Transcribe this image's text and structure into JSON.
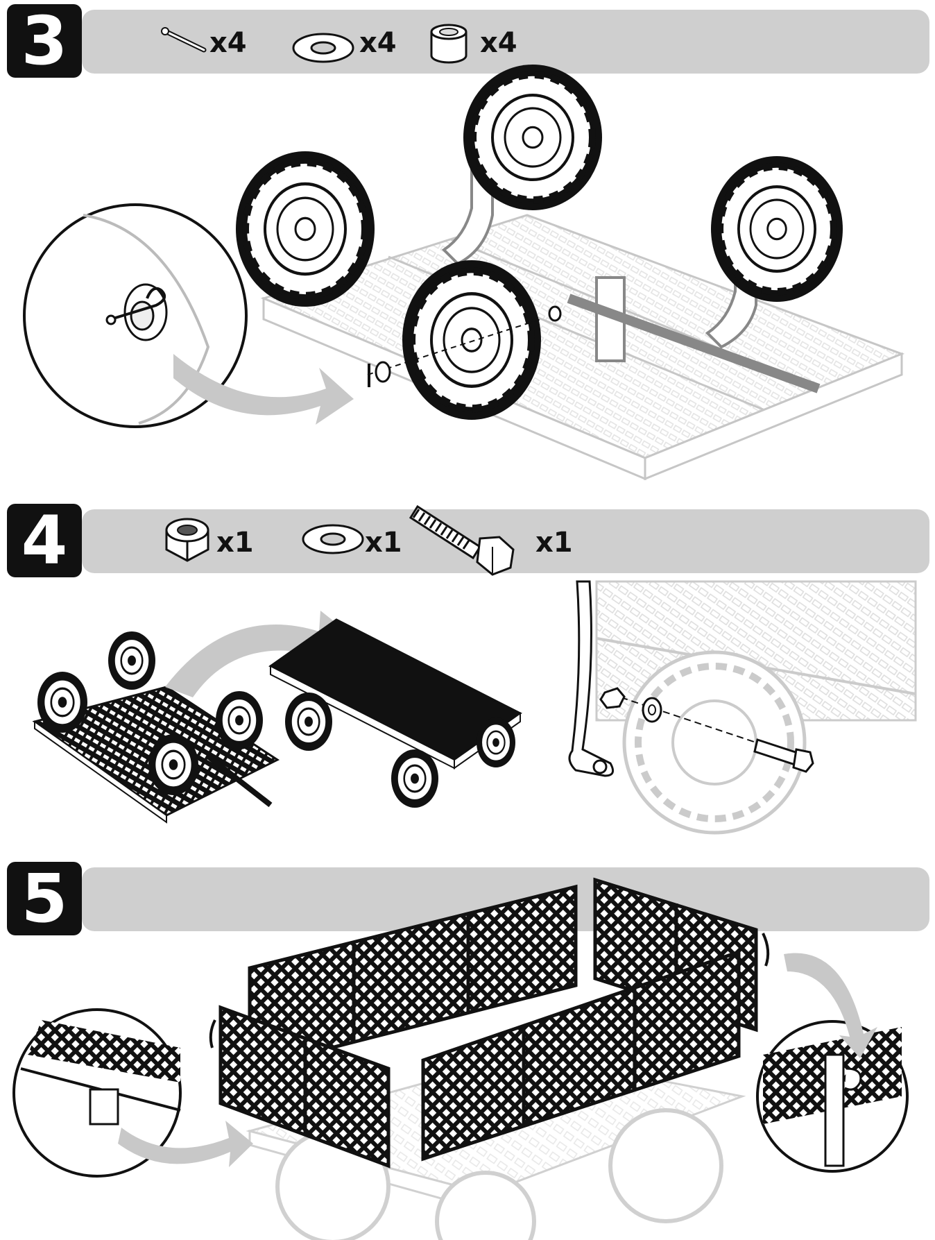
{
  "steps": [
    {
      "number": "3",
      "parts": [
        {
          "icon": "cotter-pin-icon",
          "qty": "x4"
        },
        {
          "icon": "flat-washer-icon",
          "qty": "x4"
        },
        {
          "icon": "axle-bushing-icon",
          "qty": "x4"
        }
      ]
    },
    {
      "number": "4",
      "parts": [
        {
          "icon": "lock-nut-icon",
          "qty": "x1"
        },
        {
          "icon": "flat-washer-icon",
          "qty": "x1"
        },
        {
          "icon": "hex-bolt-icon",
          "qty": "x1"
        }
      ]
    },
    {
      "number": "5",
      "parts": []
    }
  ]
}
